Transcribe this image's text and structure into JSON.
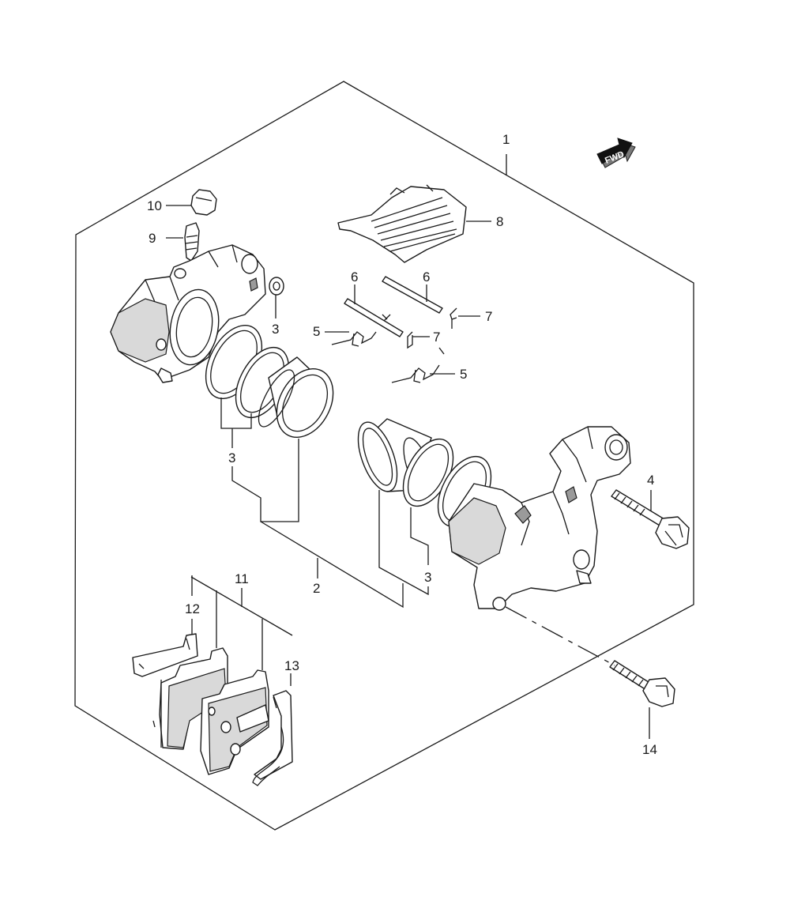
{
  "callouts": {
    "c1": "1",
    "c2": "2",
    "c3a": "3",
    "c3b": "3",
    "c3c": "3",
    "c4": "4",
    "c5a": "5",
    "c5b": "5",
    "c6a": "6",
    "c6b": "6",
    "c7a": "7",
    "c7b": "7",
    "c8": "8",
    "c9": "9",
    "c10": "10",
    "c11": "11",
    "c12": "12",
    "c13": "13",
    "c14": "14"
  },
  "direction_badge": {
    "text": "FWD"
  }
}
